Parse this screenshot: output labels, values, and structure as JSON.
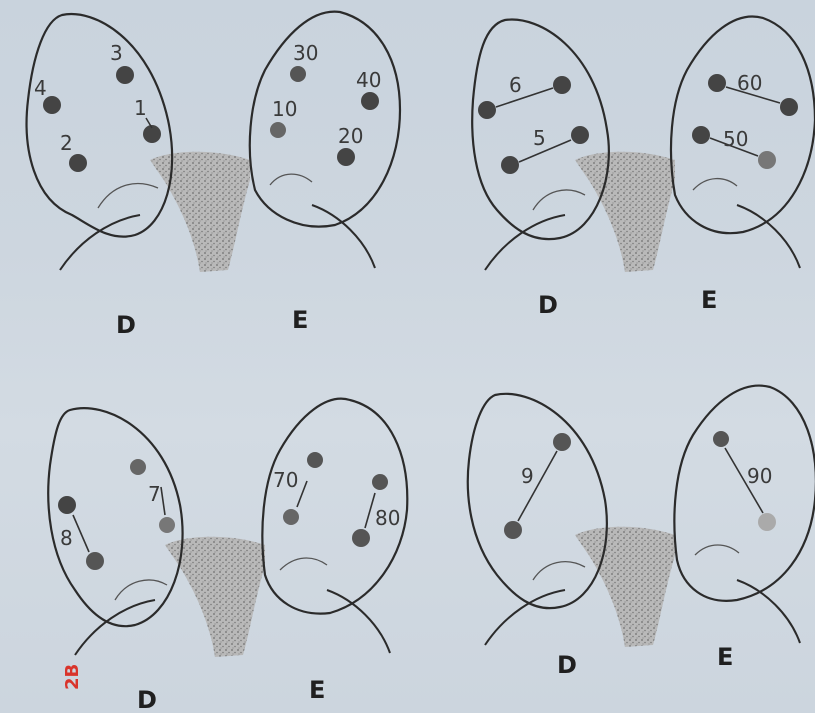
{
  "panels": [
    {
      "id": "top-left",
      "left_side_label": "D",
      "right_side_label": "E",
      "left_points": [
        "4",
        "3",
        "2",
        "1"
      ],
      "right_points": [
        "30",
        "40",
        "10",
        "20"
      ]
    },
    {
      "id": "top-right",
      "left_side_label": "D",
      "right_side_label": "E",
      "left_pairs": [
        "6",
        "5"
      ],
      "right_pairs": [
        "60",
        "50"
      ]
    },
    {
      "id": "bottom-left",
      "left_side_label": "D",
      "right_side_label": "E",
      "left_pairs": [
        "7",
        "8"
      ],
      "right_pairs": [
        "70",
        "80"
      ]
    },
    {
      "id": "bottom-right",
      "left_side_label": "D",
      "right_side_label": "E",
      "left_pairs": [
        "9"
      ],
      "right_pairs": [
        "90"
      ]
    }
  ],
  "stamp_text": "2B",
  "colors": {
    "paper": "#cdd6df",
    "ink": "#2b2b2b",
    "stamp": "#d9342b"
  }
}
